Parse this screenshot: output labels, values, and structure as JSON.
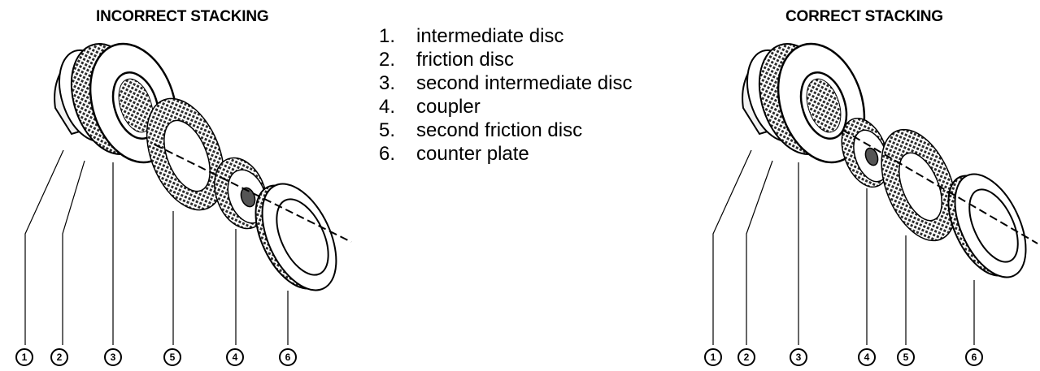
{
  "diagrams": [
    {
      "title": "INCORRECT STACKING",
      "callouts": [
        "1",
        "2",
        "3",
        "5",
        "4",
        "6"
      ]
    },
    {
      "title": "CORRECT STACKING",
      "callouts": [
        "1",
        "2",
        "3",
        "4",
        "5",
        "6"
      ]
    }
  ],
  "legend": [
    {
      "num": "1.",
      "label": "intermediate disc"
    },
    {
      "num": "2.",
      "label": "friction disc"
    },
    {
      "num": "3.",
      "label": "second intermediate disc"
    },
    {
      "num": "4.",
      "label": "coupler"
    },
    {
      "num": "5.",
      "label": "second friction disc"
    },
    {
      "num": "6.",
      "label": "counter plate"
    }
  ]
}
